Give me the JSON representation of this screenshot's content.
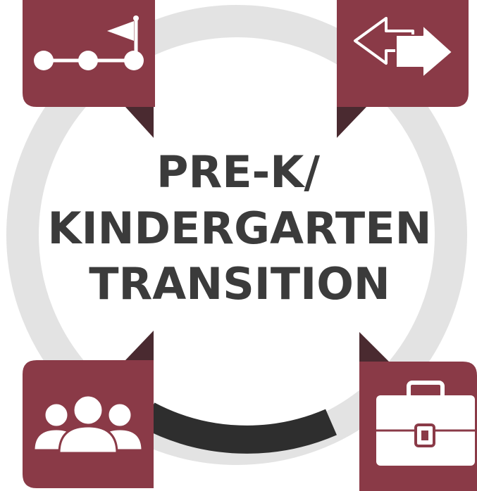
{
  "title": {
    "lines": [
      "PRE-K/",
      "KINDERGARTEN",
      "TRANSITION"
    ]
  },
  "colors": {
    "ring": "#e3e3e3",
    "ring_dark": "#2e2e2e",
    "tile": "#8a3a47",
    "tile_shadow": "#4a2a30",
    "icon": "#ffffff",
    "text": "#3b3b3b"
  },
  "tiles": [
    {
      "name": "milestones-tile",
      "icon": "milestone-path-flag-icon"
    },
    {
      "name": "exchange-tile",
      "icon": "two-way-arrows-icon"
    },
    {
      "name": "people-tile",
      "icon": "group-of-people-icon"
    },
    {
      "name": "briefcase-tile",
      "icon": "briefcase-icon"
    }
  ]
}
